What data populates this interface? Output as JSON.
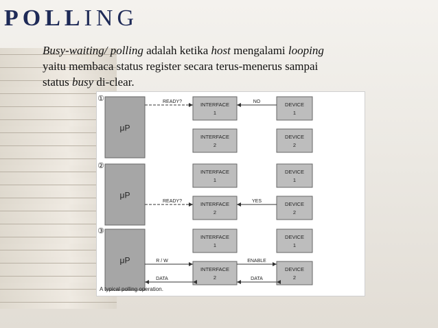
{
  "title_part1": "POLL",
  "title_part2": "ING",
  "body": {
    "line1": [
      {
        "text": "Busy-waiting/ polling",
        "italic": true
      },
      {
        "text": " adalah ketika ",
        "italic": false
      },
      {
        "text": "host",
        "italic": true
      },
      {
        "text": " mengalami ",
        "italic": false
      },
      {
        "text": "looping",
        "italic": true
      }
    ],
    "line2": "yaitu membaca status register secara terus-menerus sampai",
    "line3": [
      {
        "text": "status ",
        "italic": false
      },
      {
        "text": "busy",
        "italic": true
      },
      {
        "text": " di-clear.",
        "italic": false
      }
    ]
  },
  "diagram": {
    "steps": [
      {
        "marker": "①",
        "cpu": "μP",
        "rows": [
          {
            "interface": [
              "INTERFACE",
              "1"
            ],
            "device": [
              "DEVICE",
              "1"
            ],
            "left_label": "READY?",
            "right_label": "NO"
          },
          {
            "interface": [
              "INTERFACE",
              "2"
            ],
            "device": [
              "DEVICE",
              "2"
            ],
            "left_label": "",
            "right_label": ""
          }
        ]
      },
      {
        "marker": "②",
        "cpu": "μP",
        "rows": [
          {
            "interface": [
              "INTERFACE",
              "1"
            ],
            "device": [
              "DEVICE",
              "1"
            ],
            "left_label": "",
            "right_label": ""
          },
          {
            "interface": [
              "INTERFACE",
              "2"
            ],
            "device": [
              "DEVICE",
              "2"
            ],
            "left_label": "READY?",
            "right_label": "YES"
          }
        ]
      },
      {
        "marker": "③",
        "cpu": "μP",
        "rows": [
          {
            "interface": [
              "INTERFACE",
              "1"
            ],
            "device": [
              "DEVICE",
              "1"
            ],
            "left_label": "",
            "right_label": ""
          },
          {
            "interface": [
              "INTERFACE",
              "2"
            ],
            "device": [
              "DEVICE",
              "2"
            ],
            "left_label": "R / W",
            "right_label": "ENABLE",
            "left_label2": "DATA",
            "right_label2": "DATA"
          }
        ]
      }
    ],
    "caption": "A typical polling operation."
  }
}
